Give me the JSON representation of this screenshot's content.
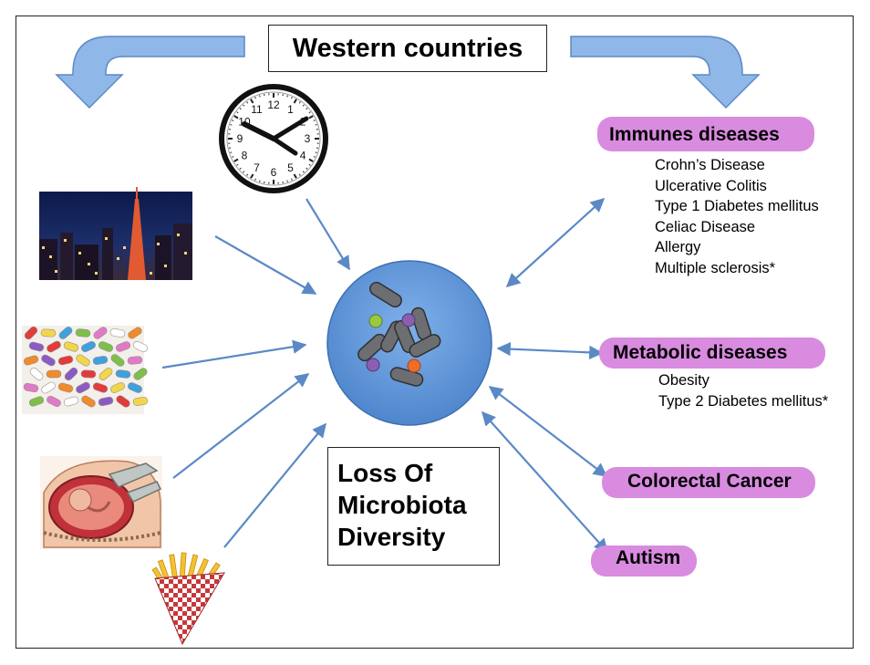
{
  "title": "Western countries",
  "center_label": [
    "Loss Of",
    "Microbiota",
    "Diversity"
  ],
  "colors": {
    "arrow": "#5b89c6",
    "big_arrow_fill": "#8fb7e8",
    "circle": "#5d93d6",
    "bacteria": "#6d6e72",
    "highlight": "#d98be0"
  },
  "icons": [
    "clock-icon",
    "city-night-icon",
    "pills-icon",
    "cesarean-birth-icon",
    "french-fries-icon"
  ],
  "clock_numbers": [
    "12",
    "1",
    "2",
    "3",
    "4",
    "5",
    "6",
    "7",
    "8",
    "9",
    "10",
    "11"
  ],
  "diseases": {
    "immune": {
      "heading": "Immunes diseases",
      "items": [
        "Crohn’s Disease",
        "Ulcerative Colitis",
        "Type 1 Diabetes mellitus",
        "Celiac Disease",
        "Allergy",
        "Multiple sclerosis*"
      ]
    },
    "metabolic": {
      "heading": "Metabolic diseases",
      "items": [
        "Obesity",
        "Type 2 Diabetes mellitus*"
      ]
    },
    "colorectal": {
      "heading": "Colorectal Cancer"
    },
    "autism": {
      "heading": "Autism"
    }
  }
}
